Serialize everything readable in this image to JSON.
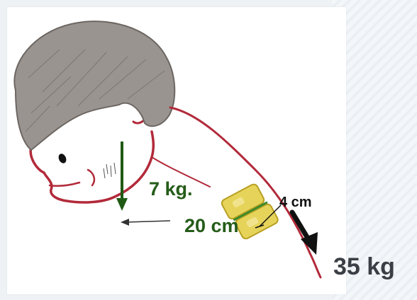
{
  "labels": {
    "head_weight": "7 kg.",
    "lever_arm": "20 cm",
    "muscle_arm": "4 cm",
    "muscle_force": "35 kg"
  },
  "colors": {
    "head_weight_arrow": "#1f5a14",
    "label_green": "#245c18",
    "hair": "#9a9490",
    "skin_outline": "#b22a3a",
    "vertebra": "#e6d35a",
    "force_arrow": "#111111",
    "muscle_force_text": "#3b3f45"
  },
  "icons": {
    "head": "bent-head-side-view",
    "vertebra": "cervical-vertebra",
    "weight_arrow": "arrow-down",
    "lever_arrow": "arrow-left",
    "force_arrow": "arrow-down-right"
  }
}
